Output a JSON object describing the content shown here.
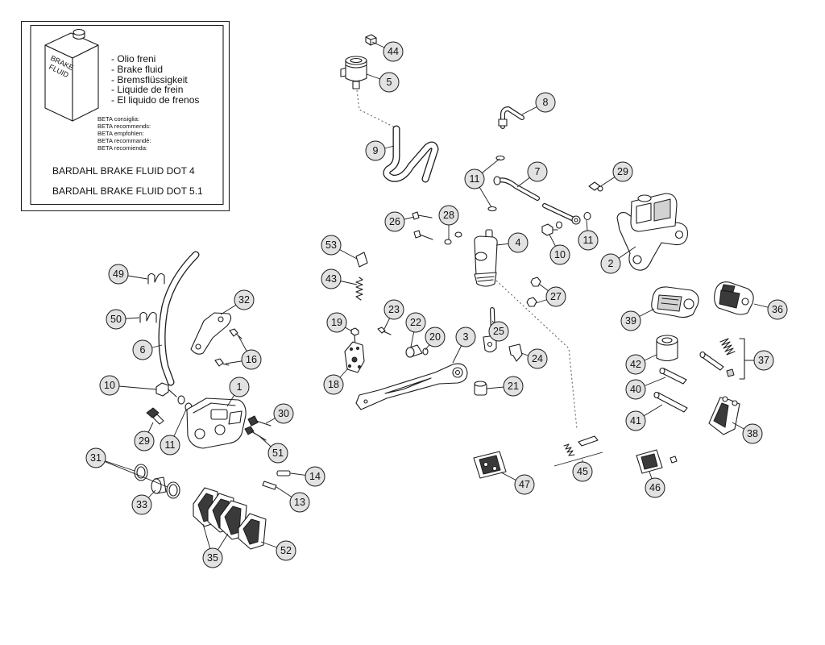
{
  "info_box": {
    "can_label": [
      "BRAKE",
      "FLUID"
    ],
    "fluid_names": [
      "- Olio freni",
      "- Brake fluid",
      "- Bremsflüssigkeit",
      "- Liquide de frein",
      "- El liquido de frenos"
    ],
    "recommendation_lines": [
      "BETA consiglia:",
      "BETA recommends:",
      "BETA empfohlen:",
      "BETA recommandé:",
      "BETA recomienda:"
    ],
    "products": [
      "BARDAHL BRAKE FLUID DOT 4",
      "BARDAHL BRAKE FLUID DOT 5.1"
    ]
  },
  "callouts": [
    "44",
    "5",
    "8",
    "9",
    "11",
    "7",
    "29",
    "26",
    "28",
    "4",
    "10",
    "11",
    "2",
    "53",
    "43",
    "27",
    "23",
    "19",
    "22",
    "20",
    "3",
    "25",
    "24",
    "18",
    "21",
    "49",
    "32",
    "50",
    "16",
    "6",
    "10",
    "1",
    "30",
    "29",
    "11",
    "51",
    "31",
    "14",
    "13",
    "33",
    "35",
    "52",
    "39",
    "36",
    "42",
    "37",
    "40",
    "41",
    "38",
    "45",
    "47",
    "46"
  ]
}
